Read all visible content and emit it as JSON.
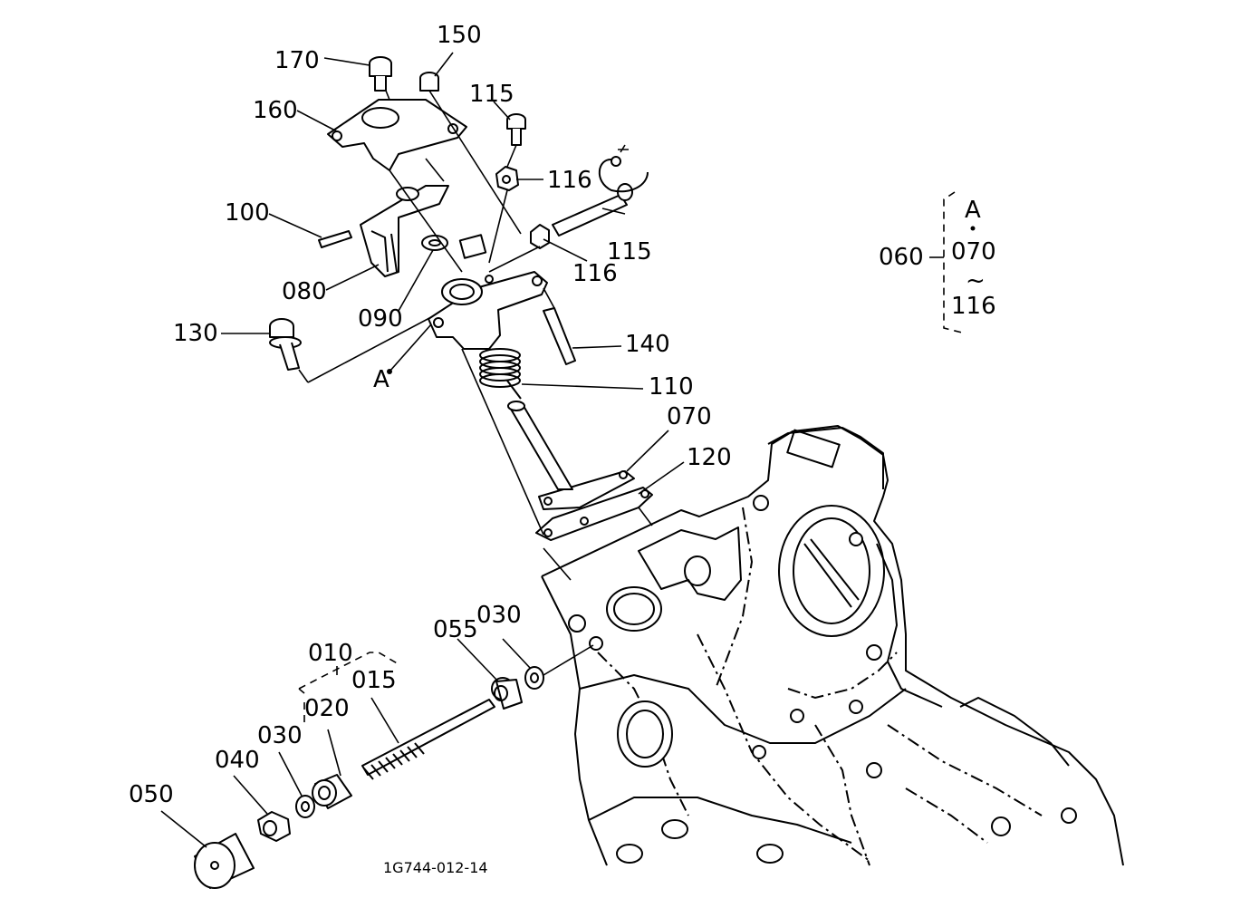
{
  "labels": {
    "p170": "170",
    "p150": "150",
    "p160": "160",
    "p115a": "115",
    "p116a": "116",
    "p100": "100",
    "p115b": "115",
    "p116b": "116",
    "p080": "080",
    "p090": "090",
    "p130": "130",
    "p140": "140",
    "pA": "A",
    "p110": "110",
    "p070": "070",
    "p120": "120",
    "p010": "010",
    "p055": "055",
    "p030a": "030",
    "p015": "015",
    "p020": "020",
    "p030b": "030",
    "p040": "040",
    "p050": "050"
  },
  "group": {
    "parent": "060",
    "ref": "A",
    "start": "070",
    "range_mark": "~",
    "end": "116"
  },
  "drawing_code": "1G744-012-14"
}
